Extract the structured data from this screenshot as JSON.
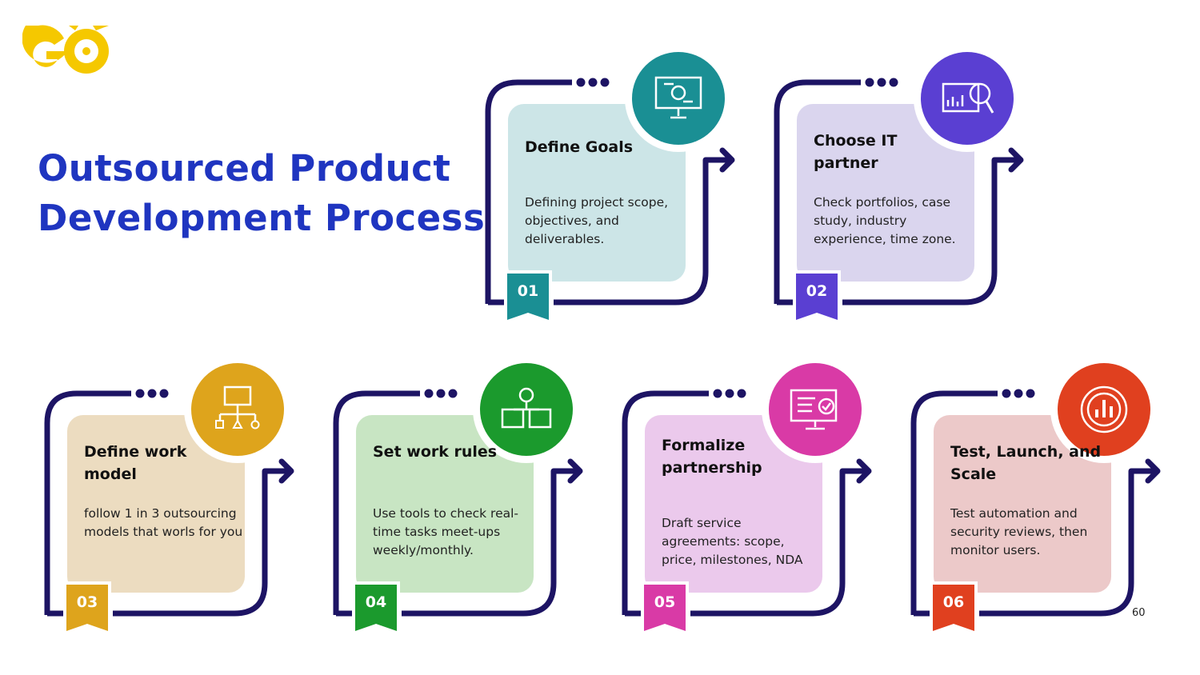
{
  "logo_text": "GO",
  "title_lines": [
    "Outsourced Product",
    "Development Process"
  ],
  "colors": {
    "frame": "#1d1464",
    "title": "#1f35c0",
    "logo": "#f5c800"
  },
  "steps": [
    {
      "number": "01",
      "title": "Define Goals",
      "description": "Defining project scope, objectives, and deliverables.",
      "icon": "presentation-gear-icon",
      "accent": "#1a8f94",
      "bg": "#cce5e7"
    },
    {
      "number": "02",
      "title": "Choose IT partner",
      "description": "Check portfolios, case study, industry experience, time zone.",
      "icon": "analytics-magnifier-icon",
      "accent": "#5a3fd2",
      "bg": "#dad5ee"
    },
    {
      "number": "03",
      "title": "Define work model",
      "description": "follow 1 in 3 outsourcing models that worls for you",
      "icon": "folder-hierarchy-icon",
      "accent": "#dea41c",
      "bg": "#ecdcc0"
    },
    {
      "number": "04",
      "title": "Set work rules",
      "description": "Use tools to check real-time tasks meet-ups weekly/monthly.",
      "icon": "gear-folders-icon",
      "accent": "#1b9a2d",
      "bg": "#c8e5c3"
    },
    {
      "number": "05",
      "title": "Formalize partnership",
      "description": "Draft service agreements: scope, price, milestones, NDA",
      "icon": "monitor-check-icon",
      "accent": "#d93aa6",
      "bg": "#ebc9ec"
    },
    {
      "number": "06",
      "title": "Test, Launch, and Scale",
      "description": "Test automation and security reviews, then monitor users.",
      "icon": "chart-target-icon",
      "accent": "#e0401f",
      "bg": "#ecc9c9"
    }
  ],
  "page_number": "60"
}
